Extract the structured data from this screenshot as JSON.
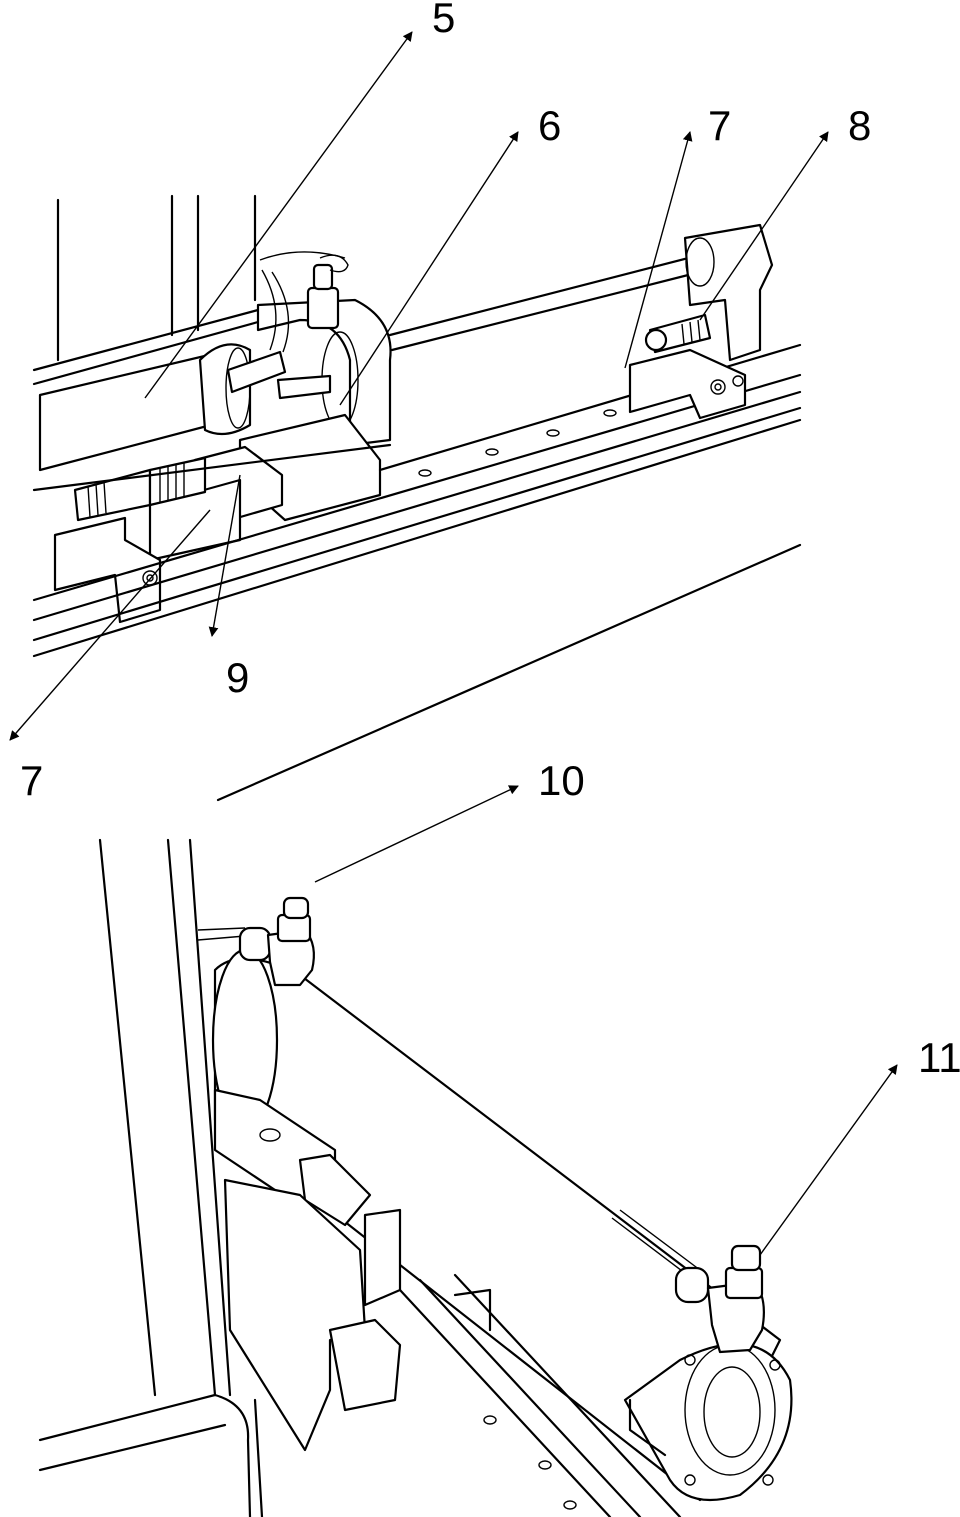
{
  "callouts": {
    "c5": "5",
    "c6": "6",
    "c7_top": "7",
    "c8": "8",
    "c9": "9",
    "c7_left": "7",
    "c10": "10",
    "c11": "11"
  }
}
